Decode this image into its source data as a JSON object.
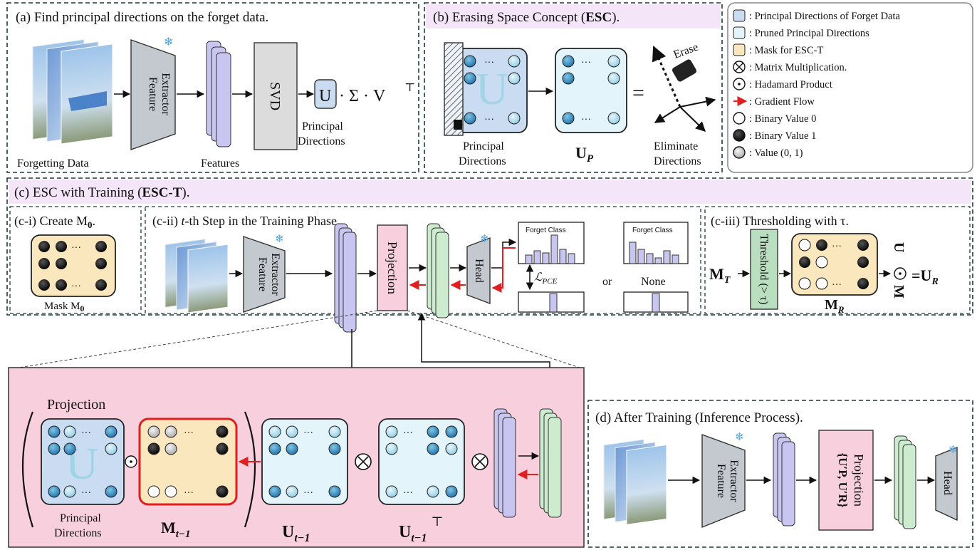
{
  "colors": {
    "blue_matrix": "#c9dcf2",
    "light_cyan": "#e3f5fa",
    "mask_yellow": "#fbe7be",
    "pink_panel": "#f8cfdc",
    "lavender_header": "#f4e6f8",
    "green_block": "#b9dec0",
    "red_arrow": "#e02020",
    "gray_block": "#dcdcdc",
    "feature_purple": "#c8c6f0"
  },
  "panel_a": {
    "title": "(a) Find principal directions on the forget data.",
    "extractor_label_1": "Feature",
    "extractor_label_2": "Extractor",
    "svd_label": "SVD",
    "features_label": "Features",
    "forgetting_data_label": "Forgetting Data",
    "u_letter": "U",
    "formula_rest": "· Σ · V",
    "transpose": "⊤",
    "principal_1": "Principal",
    "principal_2": "Directions"
  },
  "panel_b": {
    "title_prefix": "(b) Erasing Space Concept (",
    "title_bold": "ESC",
    "title_suffix": ").",
    "principal_1": "Principal",
    "principal_2": "Directions",
    "up_label": "U",
    "up_sub": "P",
    "equals": "=",
    "erase_text": "Erase",
    "eliminate_1": "Eliminate",
    "eliminate_2": "Directions"
  },
  "legend": {
    "items": [
      ": Principal Directions of Forget Data",
      ": Pruned Principal Directions",
      ": Mask for ESC-T",
      ": Matrix Multiplication.",
      ": Hadamard Product",
      ": Gradient Flow",
      ": Binary Value 0",
      ": Binary Value 1",
      ": Value (0, 1)"
    ]
  },
  "panel_c": {
    "title_prefix": "(c) ESC with Training (",
    "title_bold": "ESC-T",
    "title_suffix": ").",
    "ci_title": "(c-i) Create M",
    "ci_title_sub": "0",
    "ci_title_end": ".",
    "mask_label": "Mask M",
    "mask_sub": "0",
    "cii_title_prefix": "(c-ii) ",
    "cii_title_italic": "t",
    "cii_title_suffix": "-th Step in the Training Phase.",
    "extractor_label_1": "Feature",
    "extractor_label_2": "Extractor",
    "projection_label": "Projection",
    "head_label": "Head",
    "forget_class_1": "Forget Class",
    "forget_class_2": "Forget Class",
    "loss_label": "ℒ",
    "loss_sub": "PCE",
    "or_label": "or",
    "none_label": "None",
    "ciii_title": "(c-iii) Thresholding with τ.",
    "mt_label": "M",
    "mt_sub": "T",
    "threshold_label": "Threshold (> τ)",
    "mr_label": "M",
    "mr_sub": "R",
    "result_u": "U",
    "result_m": "M",
    "result_m_sub": "R",
    "result_eq": "=U",
    "result_eq_sub": "R"
  },
  "panel_proj": {
    "title": "Projection",
    "principal_1": "Principal",
    "principal_2": "Directions",
    "m_label": "M",
    "m_sub": "t−1",
    "u_label": "U",
    "u_sub": "t−1",
    "ut_label": "U",
    "ut_sub": "t−1",
    "ut_sup": "⊤"
  },
  "panel_d": {
    "title": "(d) After Training (Inference Process).",
    "extractor_label_1": "Feature",
    "extractor_label_2": "Extractor",
    "projection_label": "Projection",
    "projection_set": "{U′P, U′R}",
    "head_label": "Head"
  }
}
